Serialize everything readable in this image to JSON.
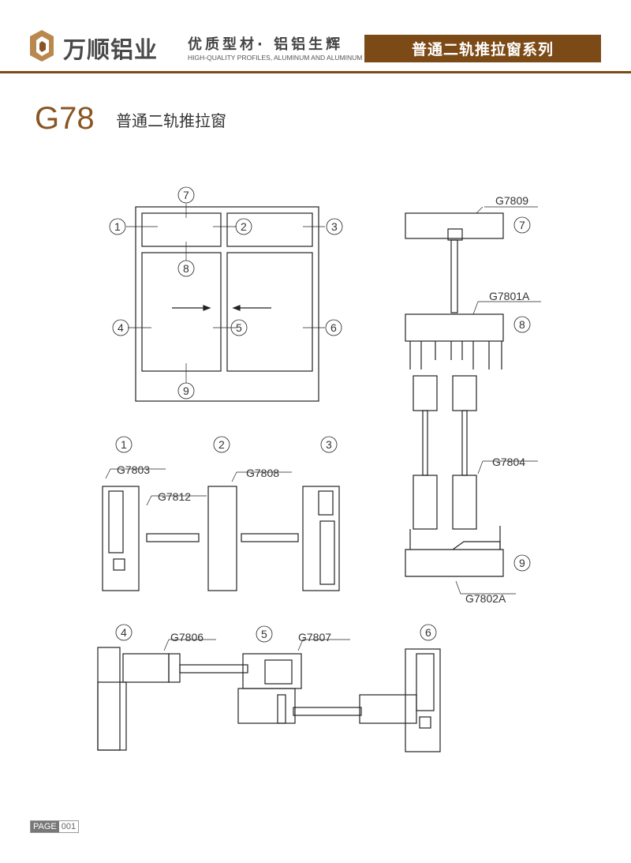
{
  "header": {
    "brand": "万顺铝业",
    "slogan": "优质型材· 铝铝生辉",
    "subtitle": "HIGH-QUALITY PROFILES, ALUMINUM AND ALUMINUM",
    "series": "普通二轨推拉窗系列"
  },
  "title": {
    "code": "G78",
    "name": "普通二轨推拉窗"
  },
  "markers": [
    "1",
    "2",
    "3",
    "4",
    "5",
    "6",
    "7",
    "8",
    "9"
  ],
  "profiles": {
    "p7809": "G7809",
    "p7801a": "G7801A",
    "p7804": "G7804",
    "p7802a": "G7802A",
    "p7803": "G7803",
    "p7812": "G7812",
    "p7808": "G7808",
    "p7806": "G7806",
    "p7807": "G7807"
  },
  "footer": {
    "label": "PAGE",
    "number": "001"
  },
  "colors": {
    "brand": "#7c4a16"
  }
}
